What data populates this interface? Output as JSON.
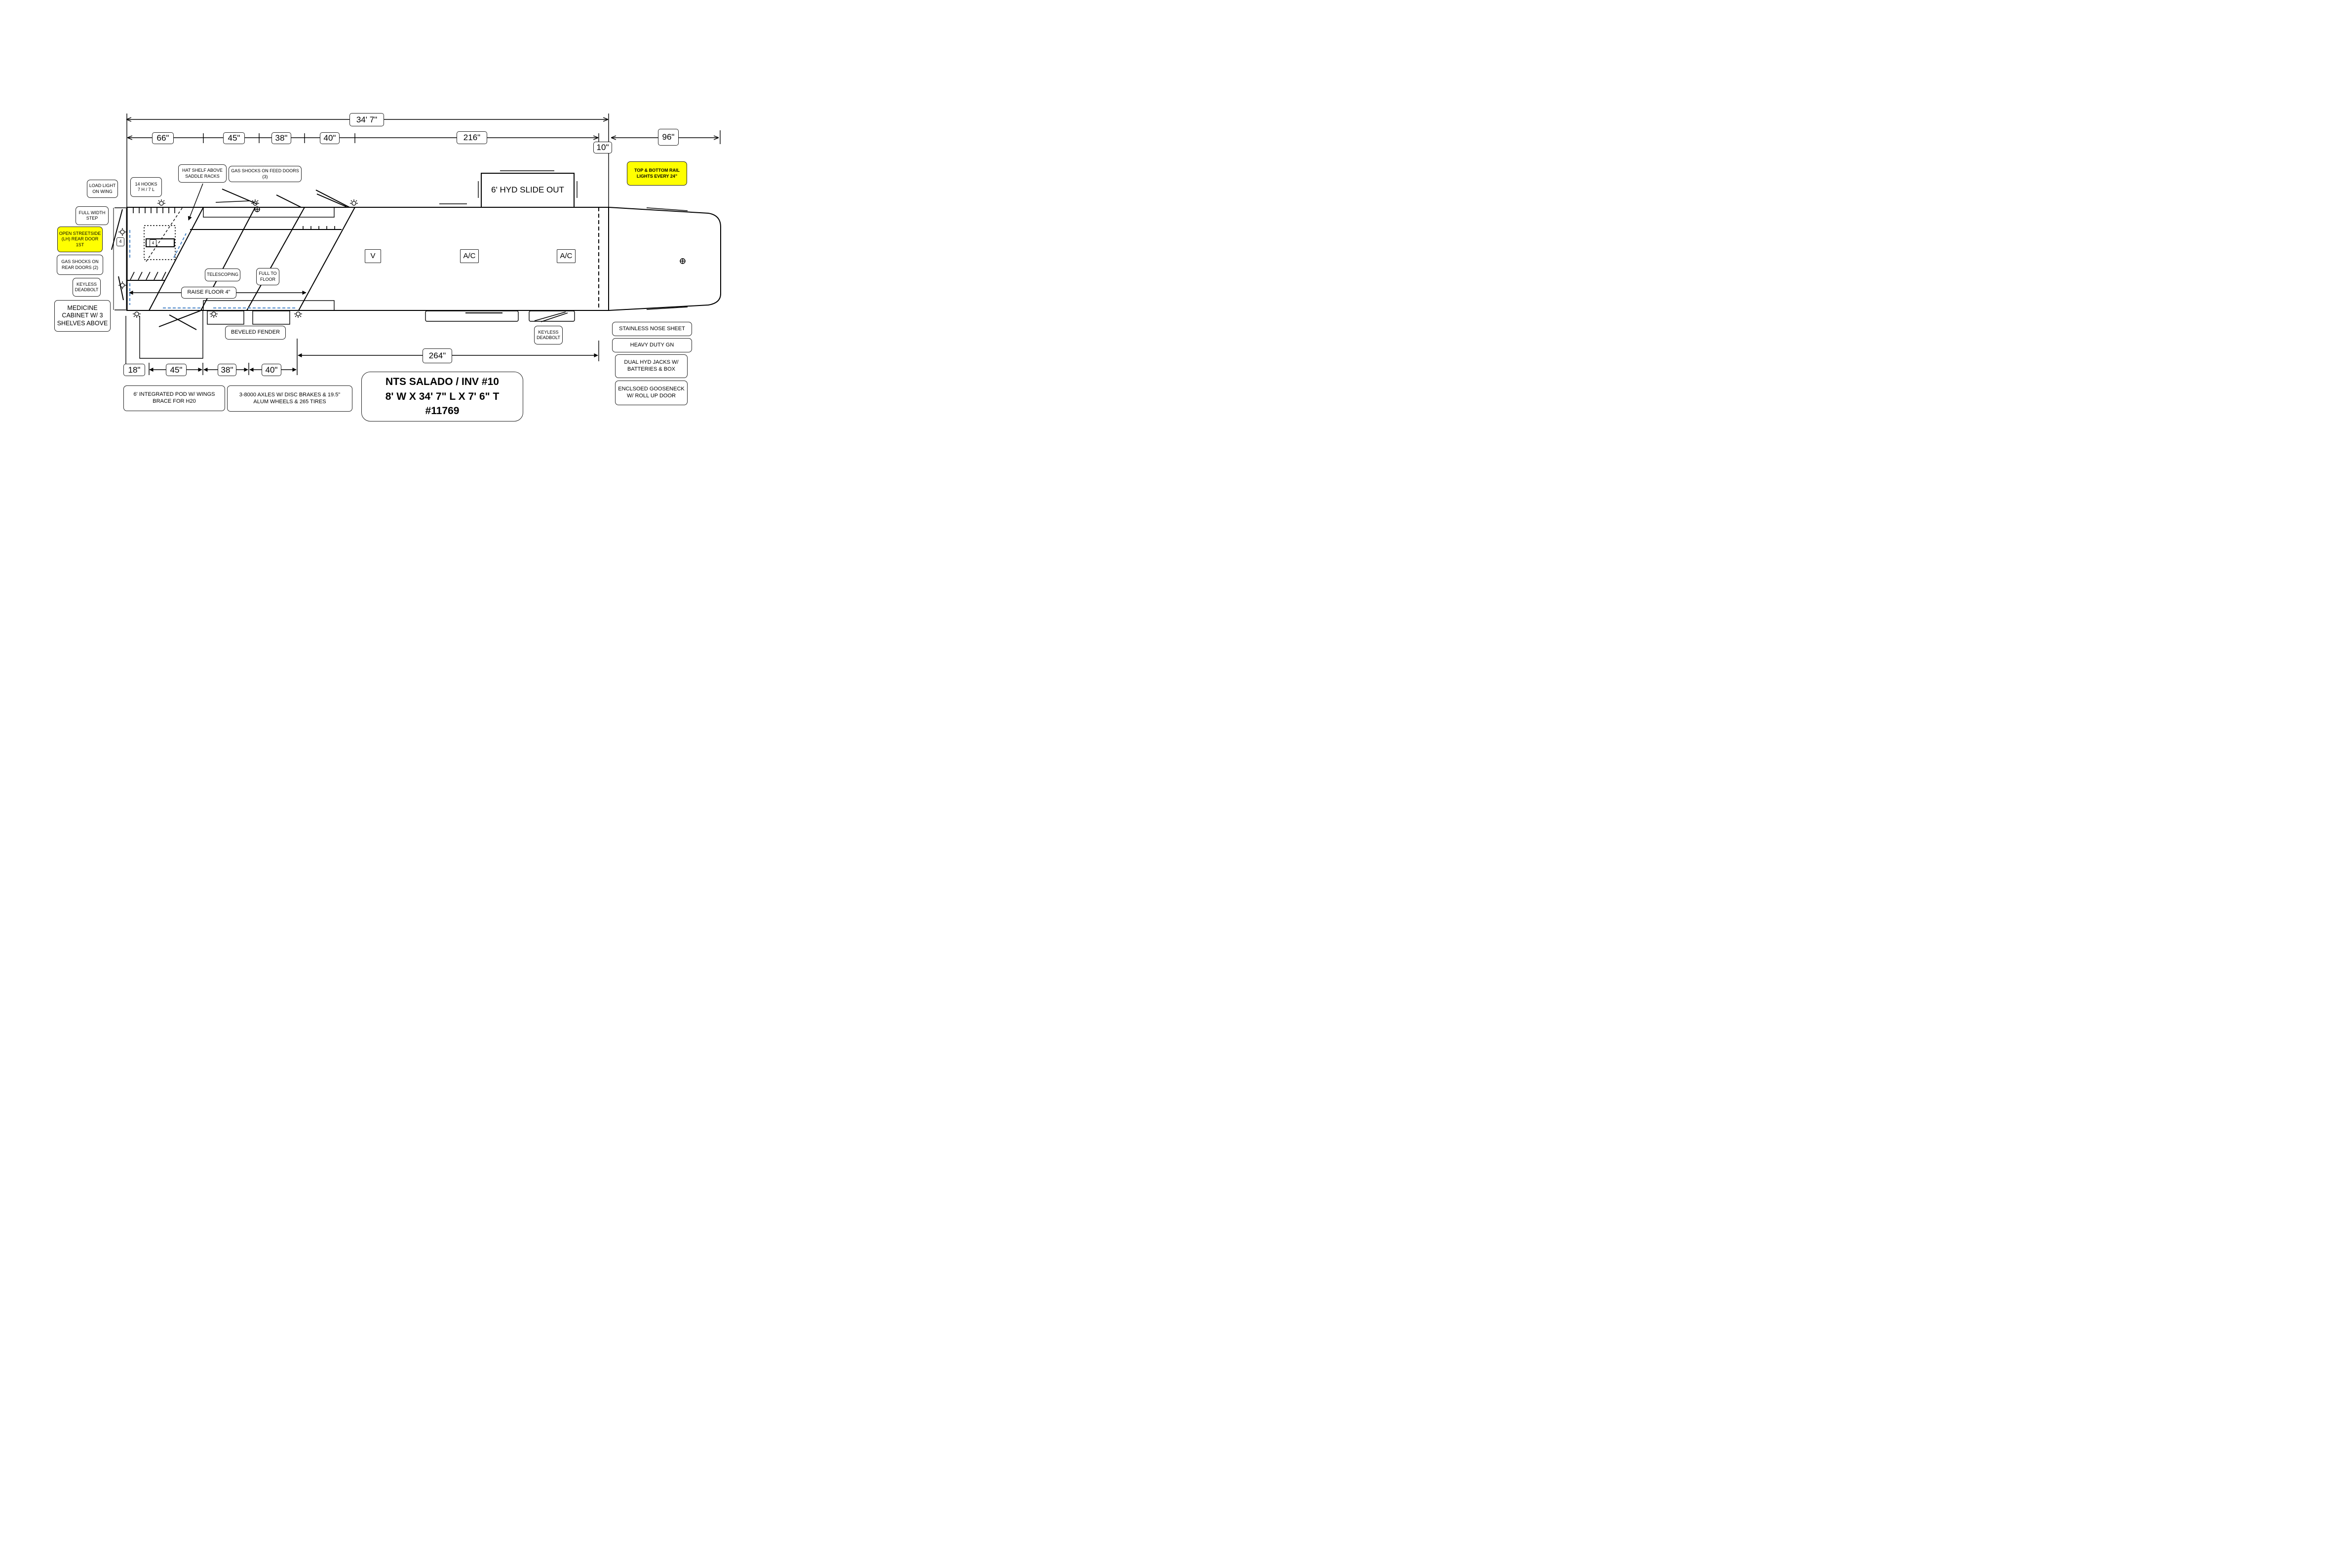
{
  "dimensions": {
    "overall": "34' 7\"",
    "top": [
      "66\"",
      "45\"",
      "38\"",
      "40\"",
      "216\""
    ],
    "nose_offset": "10\"",
    "gooseneck": "96\"",
    "bottom": [
      "18\"",
      "45\"",
      "38\"",
      "40\""
    ],
    "bottom_long": "264\""
  },
  "labels": {
    "load_light": "LOAD LIGHT\nON WING",
    "hooks": "14 HOOKS\n7 H / 7 L",
    "hat_shelf": "HAT SHELF ABOVE\nSADDLE RACKS",
    "gas_shocks_feed": "GAS SHOCKS ON FEED DOORS (3)",
    "full_width_step": "FULL WIDTH\nSTEP",
    "open_streetside": "OPEN STREETSIDE\n(LH) REAR DOOR\n1ST",
    "gas_shocks_rear": "GAS SHOCKS ON\nREAR DOORS (2)",
    "keyless_deadbolt_rear": "KEYLESS\nDEADBOLT",
    "medicine_cabinet": "MEDICINE\nCABINET W/ 3\nSHELVES ABOVE",
    "telescoping": "TELESCOPING",
    "full_to_floor": "FULL TO\nFLOOR",
    "raise_floor": "RAISE FLOOR 4\"",
    "beveled_fender": "BEVELED FENDER",
    "slide_out": "6' HYD SLIDE OUT",
    "vent": "V",
    "ac1": "A/C",
    "ac2": "A/C",
    "rail_lights": "TOP & BOTTOM RAIL\nLIGHTS EVERY 24\"",
    "keyless_deadbolt_side": "KEYLESS\nDEADBOLT",
    "stainless_nose": "STAINLESS NOSE SHEET",
    "heavy_duty_gn": "HEAVY DUTY GN",
    "dual_hyd_jacks": "DUAL HYD JACKS W/\nBATTERIES & BOX",
    "enclosed_gooseneck": "ENCLSOED GOOSENECK\nW/ ROLL UP DOOR",
    "integrated_pod": "6' INTEGRATED POD W/ WINGS\nBRACE FOR H20",
    "axles": "3-8000 AXLES W/ DISC BRAKES &  19.5\"\nALUM WHEELS & 265 TIRES",
    "marker_4a": "4",
    "marker_4b": "4"
  },
  "title_block": {
    "line1": "NTS SALADO / INV #10",
    "line2": "8' W X 34' 7\" L X 7' 6\" T",
    "line3": "#11769"
  },
  "colors": {
    "highlight": "#ffff00",
    "dashed_accent": "#4a86c8",
    "line": "#000000"
  }
}
